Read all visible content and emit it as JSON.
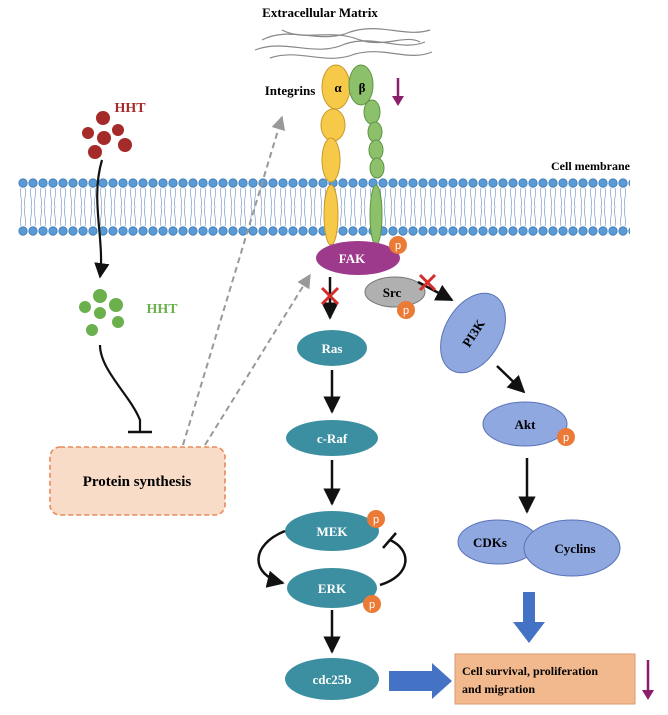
{
  "labels": {
    "extracellular_matrix": "Extracellular Matrix",
    "integrins": "Integrins",
    "alpha": "α",
    "beta": "β",
    "cell_membrane": "Cell membrane",
    "hht_top": "HHT",
    "hht_green": "HHT",
    "protein_synthesis": "Protein synthesis",
    "fak": "FAK",
    "src": "Src",
    "ras": "Ras",
    "craf": "c-Raf",
    "mek": "MEK",
    "erk": "ERK",
    "cdc25b": "cdc25b",
    "pi3k": "PI3K",
    "akt": "Akt",
    "cdks": "CDKs",
    "cyclins": "Cyclins",
    "outcome_line1": "Cell survival, proliferation",
    "outcome_line2": "and migration",
    "phospho": "p"
  },
  "colors": {
    "hht_red": "#a52a2a",
    "hht_green": "#6ab04c",
    "membrane_head": "#5b9bd5",
    "integrin_alpha": "#f7c948",
    "integrin_beta": "#8cc06a",
    "fak": "#9e3a8c",
    "src": "#b0b0b0",
    "teal": "#3c8fa0",
    "lavender": "#8fa8e0",
    "phospho": "#ea7a36",
    "outcome_box": "#f3b98e",
    "down_arrow": "#8b1e6b",
    "inhibit_x": "#d62c2c",
    "blue_arrow": "#4472c4"
  }
}
